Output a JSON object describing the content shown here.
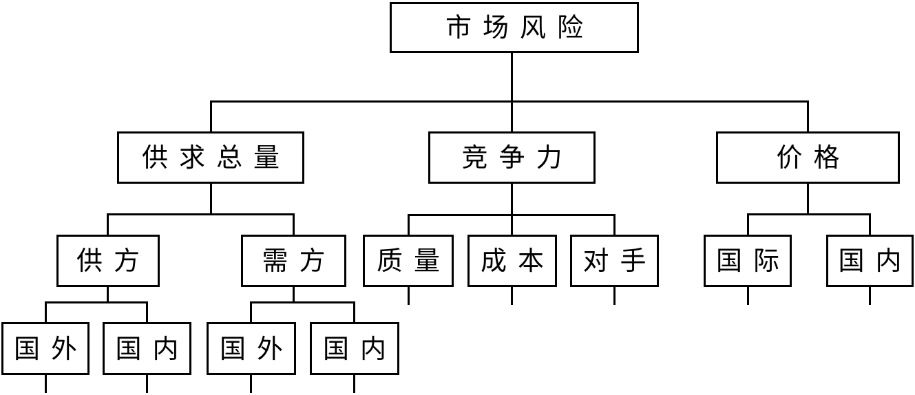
{
  "diagram": {
    "type": "hierarchy-tree",
    "colors": {
      "line": "#000000",
      "box_border": "#000000",
      "box_fill": "#ffffff",
      "text": "#000000",
      "background": "#ffffff"
    },
    "tree": {
      "label": "市场风险",
      "children": [
        {
          "label": "供求总量",
          "children": [
            {
              "label": "供方",
              "children": [
                {
                  "label": "国外"
                },
                {
                  "label": "国内"
                }
              ]
            },
            {
              "label": "需方",
              "children": [
                {
                  "label": "国外"
                },
                {
                  "label": "国内"
                }
              ]
            }
          ]
        },
        {
          "label": "竞争力",
          "children": [
            {
              "label": "质量"
            },
            {
              "label": "成本"
            },
            {
              "label": "对手"
            }
          ]
        },
        {
          "label": "价格",
          "children": [
            {
              "label": "国际"
            },
            {
              "label": "国内"
            }
          ]
        }
      ]
    }
  }
}
